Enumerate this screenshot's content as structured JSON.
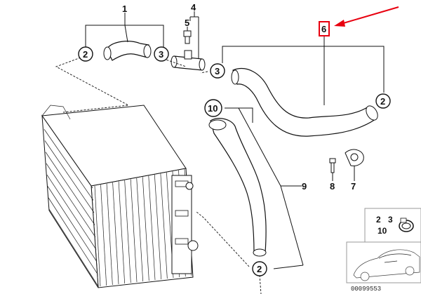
{
  "labels": {
    "part1": "1",
    "part2": "2",
    "part3": "3",
    "part4": "4",
    "part5": "5",
    "part6": "6",
    "part7": "7",
    "part8": "8",
    "part9": "9",
    "part10": "10"
  },
  "inset": {
    "row1_a": "2",
    "row1_b": "3",
    "row2": "10"
  },
  "reference_number": "00099553",
  "colors": {
    "highlight": "#e8000f",
    "line": "#111111"
  }
}
